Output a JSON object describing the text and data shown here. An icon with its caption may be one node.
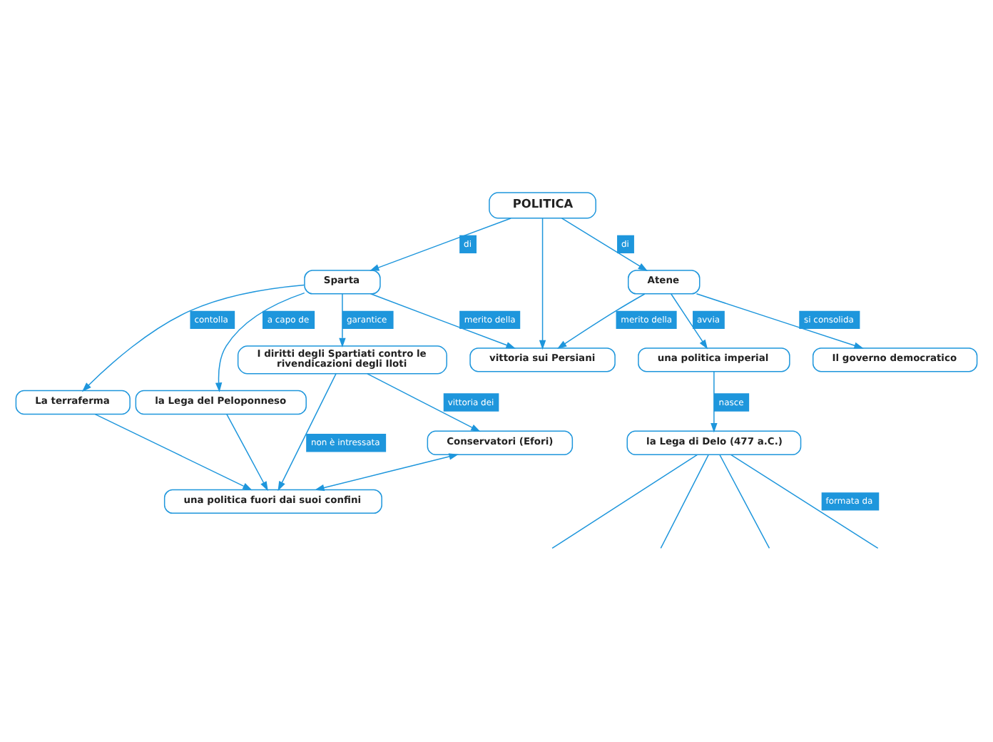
{
  "diagram": {
    "nodes": [
      {
        "text": [
          "POLITICA"
        ]
      },
      {
        "text": [
          "Sparta"
        ]
      },
      {
        "text": [
          "vittoria sui Persiani"
        ]
      },
      {
        "text": [
          "Atene"
        ]
      },
      {
        "text": [
          "La terraferma"
        ]
      },
      {
        "text": [
          "la Lega del Peloponneso"
        ]
      },
      {
        "text": [
          "I diritti degli Spartiati contro le rivendicazioni degli Iloti"
        ]
      },
      {
        "text": [
          "Il governo democratico"
        ]
      },
      {
        "text": [
          "una politica imperial"
        ]
      },
      {
        "text": [
          "Conservatori (Efori)"
        ]
      },
      {
        "text": [
          "una politica fuori dai suoi confini"
        ]
      },
      {
        "text": [
          "la Lega di Delo (477 a.C.)"
        ]
      }
    ],
    "edges": [
      {
        "from": 0,
        "to": 1,
        "arrow": "to",
        "label": "di"
      },
      {
        "from": 0,
        "to": 2,
        "arrow": "to"
      },
      {
        "from": 0,
        "to": 3,
        "arrow": "to",
        "label": "di"
      },
      {
        "from": 1,
        "to": 2,
        "arrow": "to",
        "label": "merito della"
      },
      {
        "from": 3,
        "to": 2,
        "arrow": "to",
        "label": "merito della"
      },
      {
        "from": 1,
        "to": 4,
        "arrow": "to",
        "label": "contolla"
      },
      {
        "from": 1,
        "to": 5,
        "arrow": "to",
        "label": "a capo de"
      },
      {
        "from": 1,
        "to": 6,
        "arrow": "to",
        "label": "garantice"
      },
      {
        "from": 4,
        "to": 10,
        "arrow": "to"
      },
      {
        "from": 5,
        "to": 10,
        "arrow": "to"
      },
      {
        "from": 6,
        "to": 10,
        "arrow": "to",
        "label": "non è intressata"
      },
      {
        "from": 6,
        "to": 9,
        "arrow": "to",
        "label": "vittoria dei"
      },
      {
        "from": 9,
        "to": 10,
        "arrow": "both"
      },
      {
        "from": 3,
        "to": 7,
        "arrow": "to",
        "label": "si consolida"
      },
      {
        "from": 3,
        "to": 8,
        "arrow": "to",
        "label": "avvia"
      },
      {
        "from": 8,
        "to": 11,
        "arrow": "to",
        "label": "nasce"
      },
      {
        "from": 11,
        "to": null,
        "arrow": "none",
        "label": "formata da"
      },
      {
        "from": 11,
        "to": null,
        "arrow": "none"
      },
      {
        "from": 11,
        "to": null,
        "arrow": "none"
      },
      {
        "from": 11,
        "to": null,
        "arrow": "none"
      }
    ]
  }
}
